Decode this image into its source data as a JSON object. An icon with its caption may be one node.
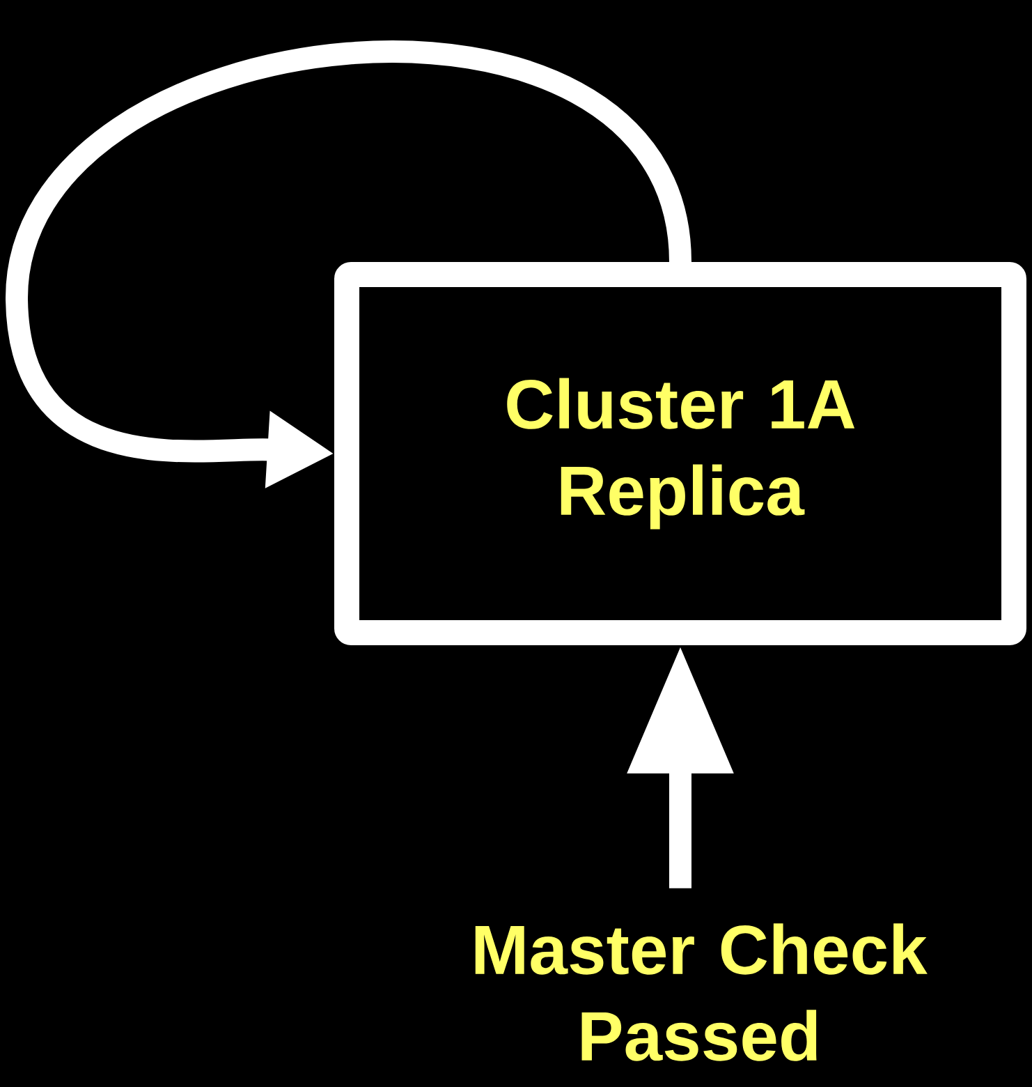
{
  "diagram": {
    "nodes": [
      {
        "text": [
          "Cluster 1A Replica"
        ]
      },
      {
        "text": [
          "Master Check Passed"
        ]
      }
    ],
    "edges": [
      {
        "from": 0,
        "to": 0,
        "arrow": "to"
      },
      {
        "from": 1,
        "to": 0,
        "arrow": "to"
      }
    ]
  }
}
